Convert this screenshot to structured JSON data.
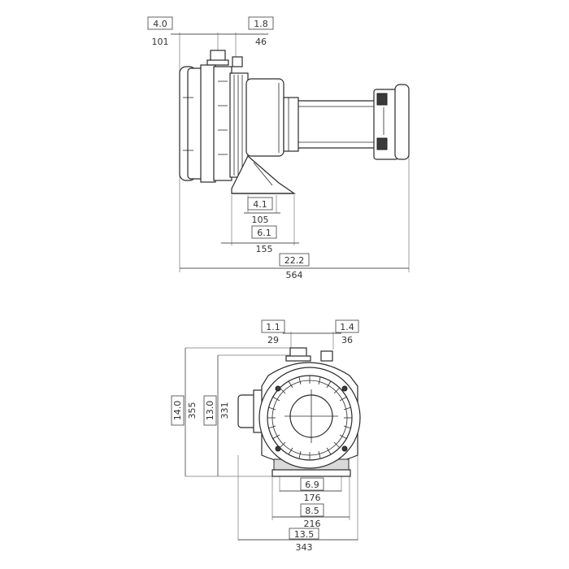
{
  "side_view": {
    "top_left_dim_in": "4.0",
    "top_left_dim_mm": "101",
    "top_right_dim_in": "1.8",
    "top_right_dim_mm": "46",
    "foot_inner_dim_in": "4.1",
    "foot_inner_dim_mm": "105",
    "foot_outer_dim_in": "6.1",
    "foot_outer_dim_mm": "155",
    "overall_length_in": "22.2",
    "overall_length_mm": "564"
  },
  "front_view": {
    "top_left_dim_in": "1.1",
    "top_left_dim_mm": "29",
    "top_right_dim_in": "1.4",
    "top_right_dim_mm": "36",
    "total_height_in": "14.0",
    "total_height_mm": "355",
    "inlet_height_in": "13.0",
    "inlet_height_mm": "331",
    "foot_inner_dim_in": "6.9",
    "foot_inner_dim_mm": "176",
    "foot_outer_dim_in": "8.5",
    "foot_outer_dim_mm": "216",
    "overall_width_in": "13.5",
    "overall_width_mm": "343"
  }
}
